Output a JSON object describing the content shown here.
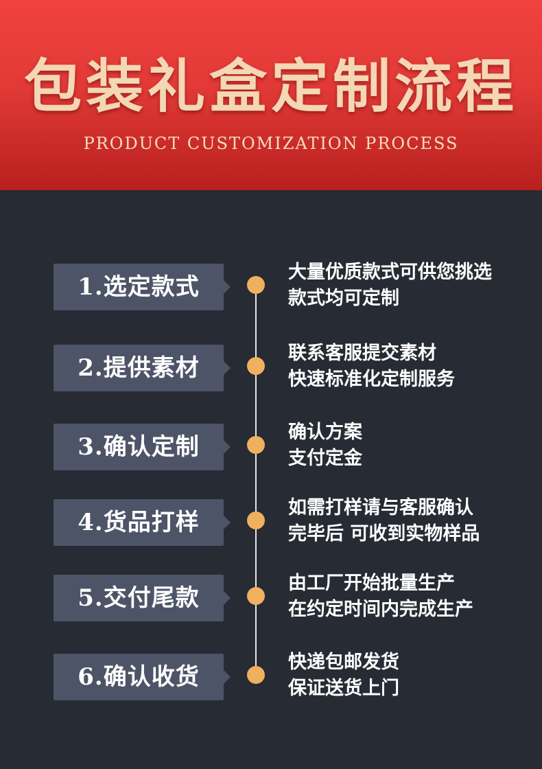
{
  "header": {
    "title": "包装礼盒定制流程",
    "subtitle": "PRODUCT CUSTOMIZATION PROCESS"
  },
  "steps": [
    {
      "label": "1.选定款式",
      "lines": [
        "大量优质款式可供您挑选",
        "款式均可定制"
      ]
    },
    {
      "label": "2.提供素材",
      "lines": [
        "联系客服提交素材",
        "快速标准化定制服务"
      ]
    },
    {
      "label": "3.确认定制",
      "lines": [
        "确认方案",
        "支付定金"
      ]
    },
    {
      "label": "4.货品打样",
      "lines": [
        "如需打样请与客服确认",
        "完毕后 可收到实物样品"
      ]
    },
    {
      "label": "5.交付尾款",
      "lines": [
        "由工厂开始批量生产",
        "在约定时间内完成生产"
      ]
    },
    {
      "label": "6.确认收货",
      "lines": [
        "快递包邮发货",
        "保证送货上门"
      ]
    }
  ],
  "colors": {
    "header_red": "#e23a36",
    "title_gold": "#f4d7b4",
    "background": "#262b34",
    "label_bg": "#4d5467",
    "dot": "#f0b05f"
  }
}
